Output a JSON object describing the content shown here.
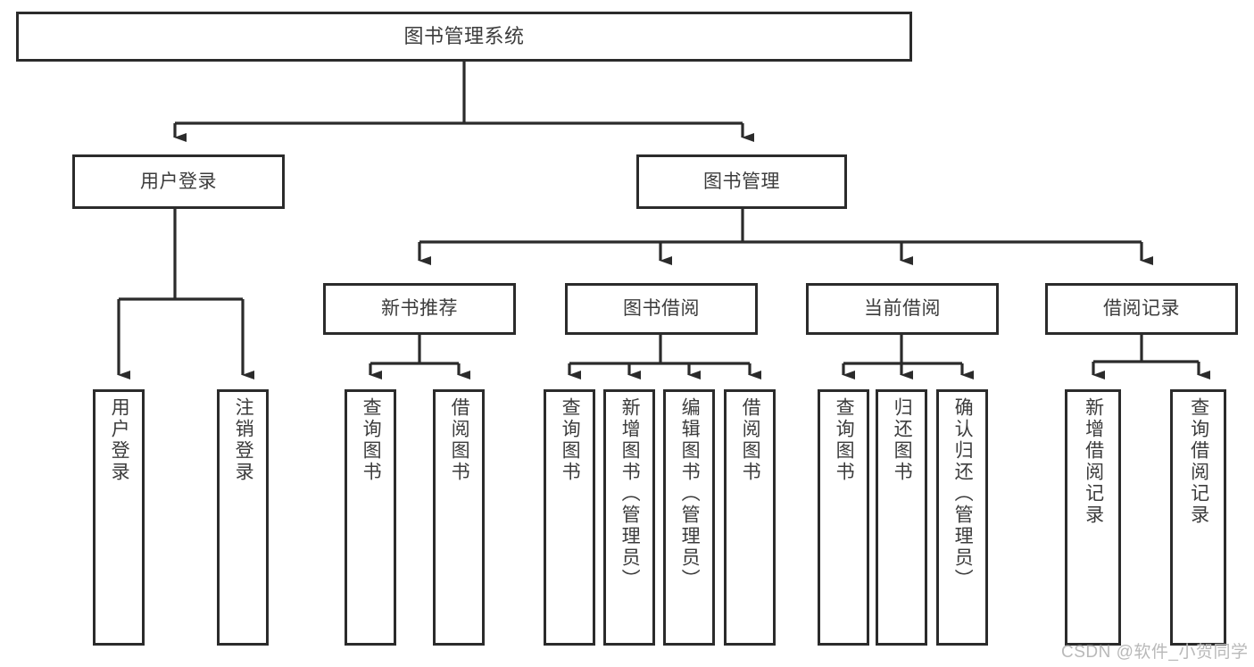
{
  "diagram": {
    "type": "tree-hierarchy-chart",
    "title": "图书管理系统",
    "background_color": "#ffffff",
    "line_color": "#2b2b2b",
    "text_color": "#3c3c3c",
    "levels": 4,
    "nodes": {
      "root": {
        "label": "图书管理系统"
      },
      "level2": [
        {
          "label": "用户登录"
        },
        {
          "label": "图书管理"
        }
      ],
      "level3": [
        {
          "label": "新书推荐"
        },
        {
          "label": "图书借阅"
        },
        {
          "label": "当前借阅"
        },
        {
          "label": "借阅记录"
        }
      ],
      "leaves_user_login": [
        {
          "label": "用户登录"
        },
        {
          "label": "注销登录"
        }
      ],
      "leaves_new_books": [
        {
          "label": "查询图书"
        },
        {
          "label": "借阅图书"
        }
      ],
      "leaves_borrow": [
        {
          "label": "查询图书"
        },
        {
          "label": "新增图书（管理员）"
        },
        {
          "label": "编辑图书（管理员）"
        },
        {
          "label": "借阅图书"
        }
      ],
      "leaves_current": [
        {
          "label": "查询图书"
        },
        {
          "label": "归还图书"
        },
        {
          "label": "确认归还（管理员）"
        }
      ],
      "leaves_records": [
        {
          "label": "新增借阅记录"
        },
        {
          "label": "查询借阅记录"
        }
      ]
    }
  },
  "watermark": {
    "text": "CSDN @软件_小贺同学"
  }
}
